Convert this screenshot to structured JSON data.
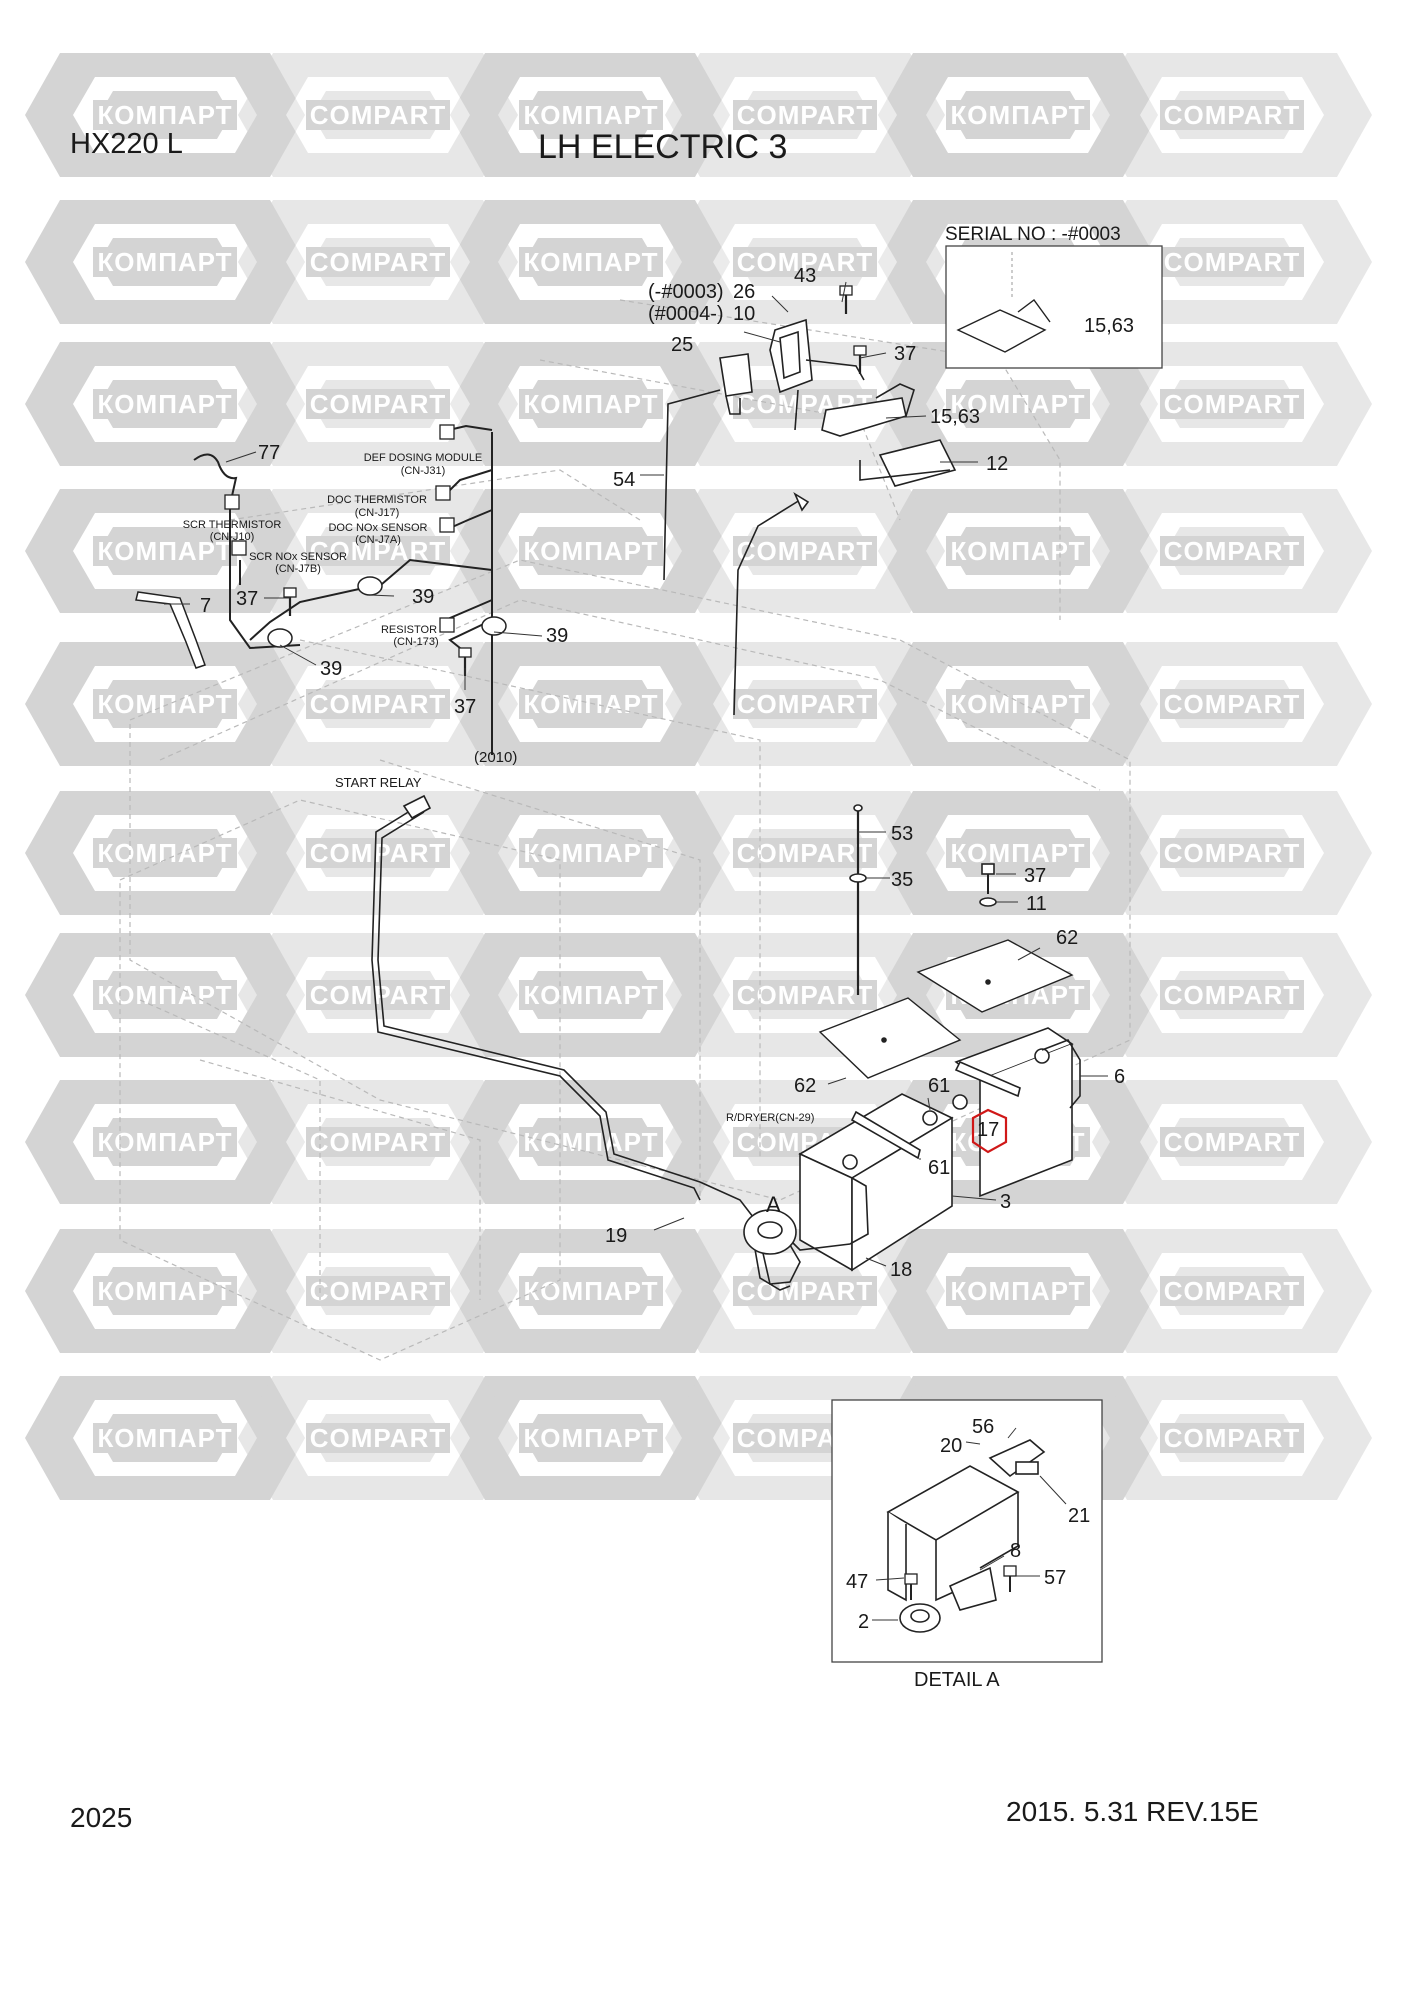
{
  "header": {
    "model": "HX220 L",
    "title": "LH ELECTRIC 3"
  },
  "footer": {
    "page_number": "2025",
    "revision": "2015. 5.31  REV.15E"
  },
  "watermark": {
    "words": [
      "КОМПАРТ",
      "COMPART"
    ],
    "color": "#d4d4d4"
  },
  "highlight_color": "#d01818",
  "harness": {
    "connectors": {
      "def_dosing_module": "DEF DOSING MODULE",
      "def_dosing_module_code": "(CN-J31)",
      "doc_thermistor": "DOC THERMISTOR",
      "doc_thermistor_code": "(CN-J17)",
      "doc_nox_sensor": "DOC NOx SENSOR",
      "doc_nox_sensor_code": "(CN-J7A)",
      "scr_thermistor": "SCR THERMISTOR",
      "scr_thermistor_code": "(CN-J10)",
      "scr_nox_sensor": "SCR NOx SENSOR",
      "scr_nox_sensor_code": "(CN-J7B)",
      "resistor": "RESISTOR",
      "resistor_code": "(CN-173)"
    },
    "ref_2010": "(2010)",
    "start_relay": "START RELAY",
    "rdryer": "R/DRYER(CN-29)"
  },
  "serial_box": {
    "title": "SERIAL NO : -#0003",
    "callout": "15,63"
  },
  "detail_a": {
    "title": "DETAIL A",
    "marker": "A"
  },
  "callouts": {
    "c77": "77",
    "c7": "7",
    "c37a": "37",
    "c39a": "39",
    "c39b": "39",
    "c39c": "39",
    "c37b": "37",
    "c43": "43",
    "c26_prefix": "(-#0003)",
    "c26": "26",
    "c10_prefix": "(#0004-)",
    "c10": "10",
    "c25": "25",
    "c37c": "37",
    "c1563": "15,63",
    "c12": "12",
    "c54": "54",
    "c53": "53",
    "c35": "35",
    "c37d": "37",
    "c11": "11",
    "c62a": "62",
    "c62b": "62",
    "c6": "6",
    "c61a": "61",
    "c61b": "61",
    "c17": "17",
    "c3": "3",
    "c19": "19",
    "c18": "18",
    "c56": "56",
    "c20": "20",
    "c21": "21",
    "c8": "8",
    "c47": "47",
    "c57": "57",
    "c2": "2"
  }
}
